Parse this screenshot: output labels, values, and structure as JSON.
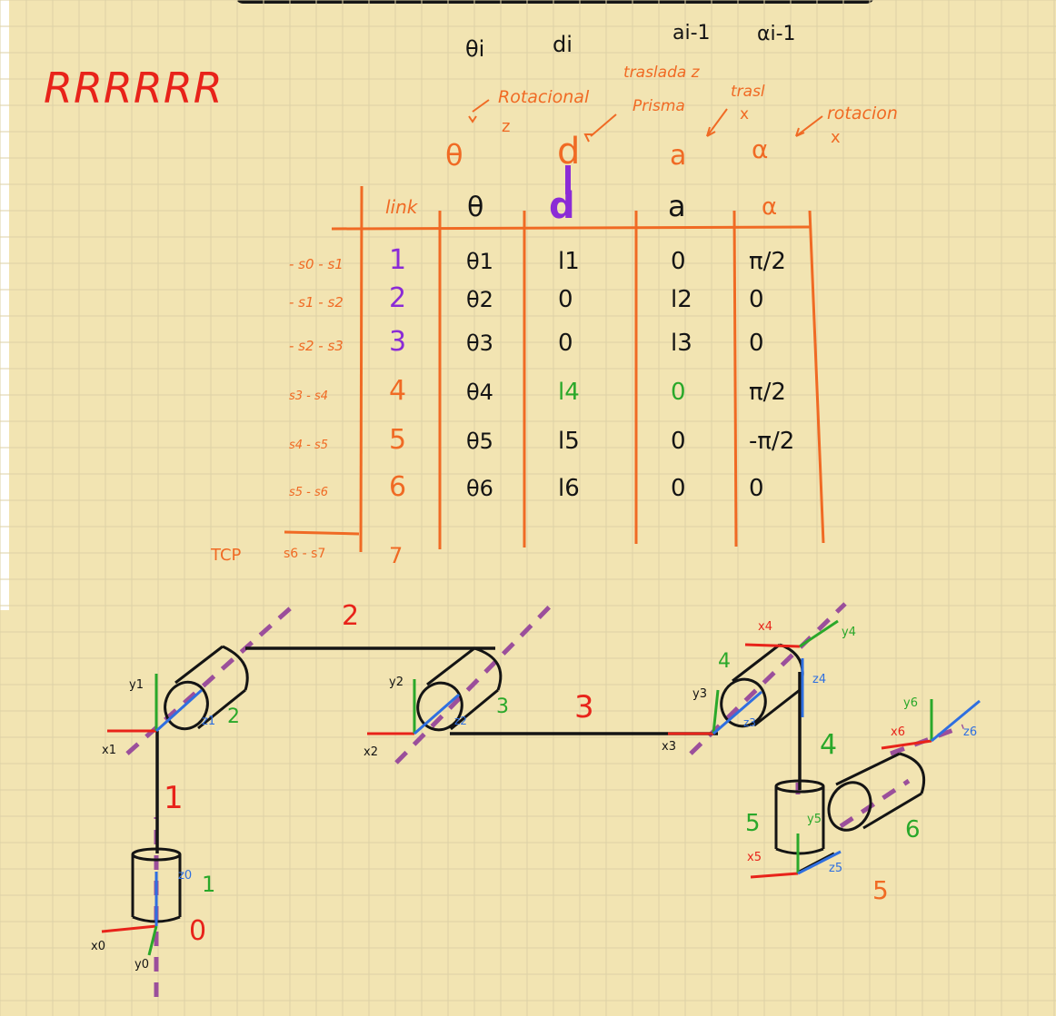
{
  "title": "RRRRRR",
  "header_params": {
    "theta": "θi",
    "d": "di",
    "a": "ai-1",
    "alpha": "αi-1"
  },
  "notes": {
    "theta_note": "Rotacional",
    "theta_note_axis": "z",
    "d_note_1": "traslada z",
    "d_note_2": "Prisma",
    "a_note_1": "trasl",
    "a_note_2": "x",
    "alpha_note_1": "rotacion",
    "alpha_note_2": "x"
  },
  "symbols": {
    "theta_upper": "θ",
    "d_upper": "d",
    "a_upper": "a",
    "alpha_upper": "α"
  },
  "table": {
    "headers": [
      "link",
      "θ",
      "d",
      "a",
      "α"
    ],
    "rows": [
      {
        "frames": "- s0 - s1",
        "link": "1",
        "theta": "θ1",
        "d": "l1",
        "a": "0",
        "alpha": "π/2"
      },
      {
        "frames": "- s1 - s2",
        "link": "2",
        "theta": "θ2",
        "d": "0",
        "a": "l2",
        "alpha": "0"
      },
      {
        "frames": "- s2 - s3",
        "link": "3",
        "theta": "θ3",
        "d": "0",
        "a": "l3",
        "alpha": "0"
      },
      {
        "frames": "s3 - s4",
        "link": "4",
        "theta": "θ4",
        "d": "l4",
        "a": "0",
        "alpha": "π/2"
      },
      {
        "frames": "s4 - s5",
        "link": "5",
        "theta": "θ5",
        "d": "l5",
        "a": "0",
        "alpha": "-π/2"
      },
      {
        "frames": "s5 - s6",
        "link": "6",
        "theta": "θ6",
        "d": "l6",
        "a": "0",
        "alpha": "0"
      }
    ],
    "tcp_label": "TCP",
    "tcp_frames": "s6 - s7",
    "tcp_link": "7"
  },
  "diagram": {
    "link_labels": [
      "1",
      "2",
      "3",
      "3",
      "4",
      "4",
      "5",
      "6",
      "5",
      "0"
    ],
    "frame_labels": {
      "x0": "x0",
      "y0": "y0",
      "z0": "z0",
      "joint0": "1",
      "x1": "x1",
      "y1": "y1",
      "z1": "z1",
      "joint1": "2",
      "x2": "x2",
      "y2": "y2",
      "z2": "z2",
      "joint2": "3",
      "x3": "x3",
      "y3": "y3",
      "z3": "z3",
      "x4": "x4",
      "y4": "y4",
      "z4": "z4",
      "x5": "x5",
      "y5": "y5",
      "z5": "z5",
      "x6": "x6",
      "y6": "y6",
      "z6": "z6"
    }
  },
  "colors": {
    "background": "#f2e4b2",
    "grid": "#ddd1a6",
    "red": "#e8231a",
    "orange": "#f06a24",
    "purple": "#8b2bd6",
    "green": "#2aa82a",
    "blue": "#2f6fe0",
    "dark": "#141414",
    "dash_purple": "#9b4f9b"
  }
}
